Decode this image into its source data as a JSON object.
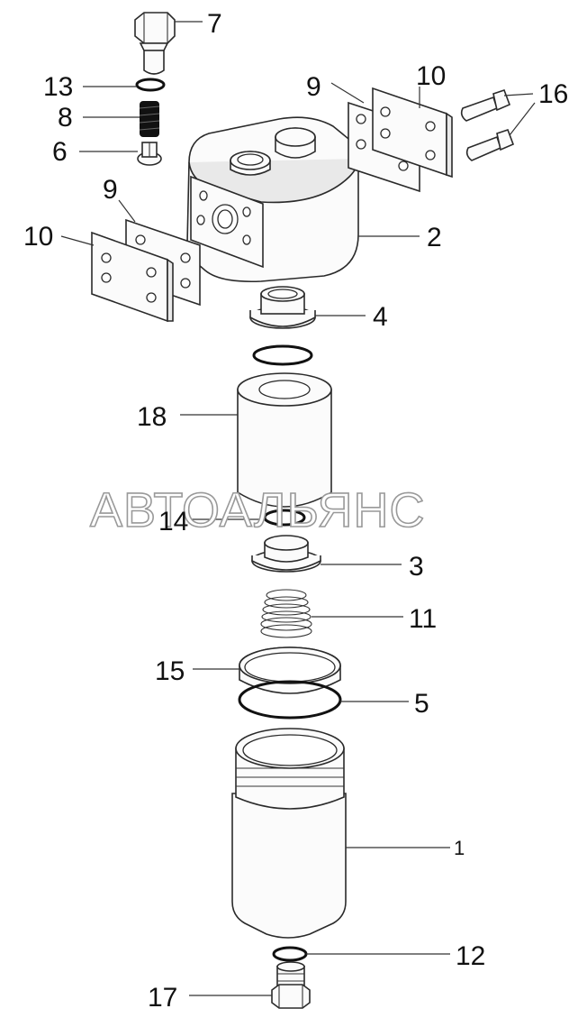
{
  "watermark": "АВТОАЛЬЯНС",
  "callouts": {
    "c7": "7",
    "c13": "13",
    "c8": "8",
    "c6": "6",
    "c9a": "9",
    "c10a": "10",
    "c16": "16",
    "c9b": "9",
    "c10b": "10",
    "c2": "2",
    "c4": "4",
    "c18": "18",
    "c14": "14",
    "c3": "3",
    "c11": "11",
    "c15": "15",
    "c5": "5",
    "c1": "1",
    "c12": "12",
    "c17": "17"
  }
}
